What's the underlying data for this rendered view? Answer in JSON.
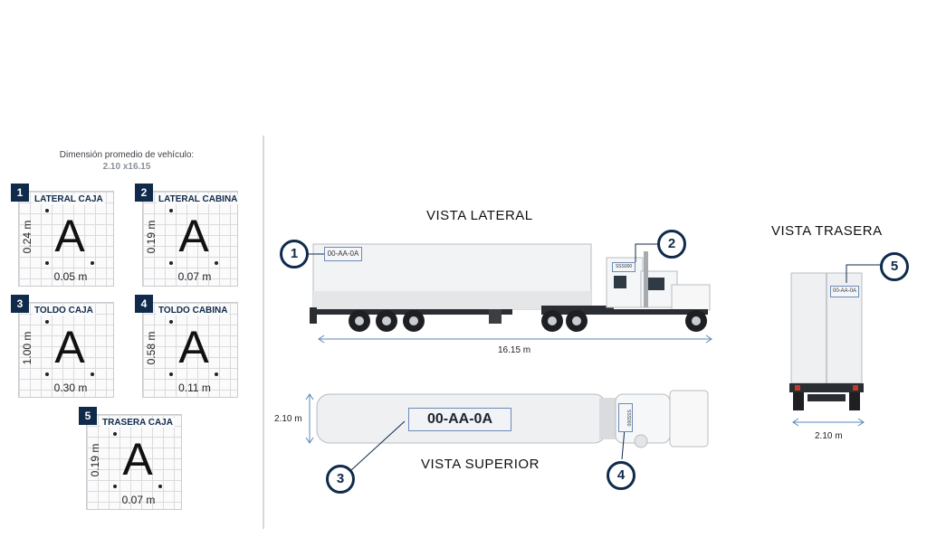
{
  "header": {
    "dimension_title": "Dimensión promedio de vehículo:",
    "dimension_value": "2.10 x16.15"
  },
  "cards": [
    {
      "number": "1",
      "title": "LATERAL CAJA",
      "letter": "A",
      "height": "0.24 m",
      "width": "0.05 m"
    },
    {
      "number": "2",
      "title": "LATERAL CABINA",
      "letter": "A",
      "height": "0.19 m",
      "width": "0.07 m"
    },
    {
      "number": "3",
      "title": "TOLDO CAJA",
      "letter": "A",
      "height": "1.00 m",
      "width": "0.30 m"
    },
    {
      "number": "4",
      "title": "TOLDO CABINA",
      "letter": "A",
      "height": "0.58 m",
      "width": "0.11 m"
    },
    {
      "number": "5",
      "title": "TRASERA CAJA",
      "letter": "A",
      "height": "0.19 m",
      "width": "0.07 m"
    }
  ],
  "views": {
    "lateral": {
      "label": "VISTA LATERAL",
      "length": "16.15 m",
      "plate_box": "00-AA-0A",
      "plate_cab": "SSS000"
    },
    "superior": {
      "label": "VISTA SUPERIOR",
      "width": "2.10 m",
      "plate_roof": "00-AA-0A",
      "plate_cab": "SSS000"
    },
    "trasera": {
      "label": "VISTA TRASERA",
      "width": "2.10 m",
      "plate_rear": "00-AA-0A"
    }
  },
  "callouts": [
    "1",
    "2",
    "3",
    "4",
    "5"
  ],
  "colors": {
    "navy": "#0f2a4a",
    "plate_border": "#6e8bb5",
    "grid": "#d9dbde"
  }
}
